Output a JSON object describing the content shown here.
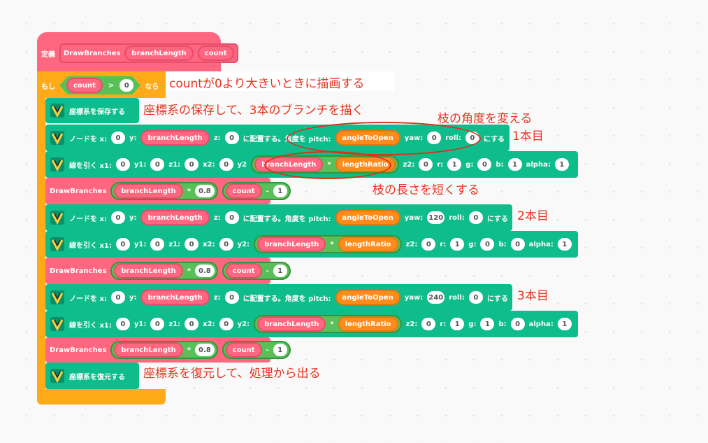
{
  "define_block": {
    "keyword": "定義",
    "name": "DrawBranches",
    "params": [
      "branchLength",
      "count"
    ]
  },
  "if_block": {
    "prefix": "もし",
    "left": "count",
    "operator": ">",
    "right": "0",
    "suffix": "なら"
  },
  "push_block": {
    "label": "座標系を保存する"
  },
  "pop_block": {
    "label": "座標系を復元する"
  },
  "node_blocks": [
    {
      "label_a": "ノードを x:",
      "x": "0",
      "label_y": "y:",
      "y": "branchLength",
      "label_z": "z:",
      "z": "0",
      "label_b": "に配置する。角度を pitch:",
      "pitch": "angleToOpen",
      "label_yaw": "yaw:",
      "yaw": "0",
      "label_roll": "roll:",
      "roll": "0",
      "label_end": "にする"
    },
    {
      "label_a": "ノードを x:",
      "x": "0",
      "label_y": "y:",
      "y": "branchLength",
      "label_z": "z:",
      "z": "0",
      "label_b": "に配置する。角度を pitch:",
      "pitch": "angleToOpen",
      "label_yaw": "yaw:",
      "yaw": "120",
      "label_roll": "roll:",
      "roll": "0",
      "label_end": "にする"
    },
    {
      "label_a": "ノードを x:",
      "x": "0",
      "label_y": "y:",
      "y": "branchLength",
      "label_z": "z:",
      "z": "0",
      "label_b": "に配置する。角度を pitch:",
      "pitch": "angleToOpen",
      "label_yaw": "yaw:",
      "yaw": "240",
      "label_roll": "roll:",
      "roll": "0",
      "label_end": "にする"
    }
  ],
  "line_blocks": [
    {
      "label_a": "線を引く x1:",
      "x1": "0",
      "label_y1": "y1:",
      "y1": "0",
      "label_z1": "z1:",
      "z1": "0",
      "label_x2": "x2:",
      "x2": "0",
      "label_y2": "y2",
      "y2a": "branchLength",
      "mul": "*",
      "y2b": "lengthRatio",
      "label_z2": "z2:",
      "z2": "0",
      "label_r": "r:",
      "r": "1",
      "label_g": "g:",
      "g": "0",
      "label_b": "b:",
      "b": "1",
      "label_alpha": "alpha:",
      "alpha": "1"
    },
    {
      "label_a": "線を引く x1:",
      "x1": "0",
      "label_y1": "y1:",
      "y1": "0",
      "label_z1": "z1:",
      "z1": "0",
      "label_x2": "x2:",
      "x2": "0",
      "label_y2": "y2:",
      "y2a": "branchLength",
      "mul": "*",
      "y2b": "lengthRatio",
      "label_z2": "z2:",
      "z2": "0",
      "label_r": "r:",
      "r": "1",
      "label_g": "g:",
      "g": "0",
      "label_b": "b:",
      "b": "0",
      "label_alpha": "alpha:",
      "alpha": "1"
    },
    {
      "label_a": "線を引く x1:",
      "x1": "0",
      "label_y1": "y1:",
      "y1": "0",
      "label_z1": "z1:",
      "z1": "0",
      "label_x2": "x2:",
      "x2": "0",
      "label_y2": "y2:",
      "y2a": "branchLength",
      "mul": "*",
      "y2b": "lengthRatio",
      "label_z2": "z2:",
      "z2": "0",
      "label_r": "r:",
      "r": "1",
      "label_g": "g:",
      "g": "1",
      "label_b": "b:",
      "b": "0",
      "label_alpha": "alpha:",
      "alpha": "1"
    }
  ],
  "recursive_call": {
    "name": "DrawBranches",
    "arg1_var": "branchLength",
    "arg1_op": "*",
    "arg1_val": "0.8",
    "arg2_var": "count",
    "arg2_op": "-",
    "arg2_val": "1"
  },
  "annotations": {
    "if_note": "countが0より大きいときに描画する",
    "push_note": "座標系の保存して、3本のブランチを描く",
    "angle_note": "枝の角度を変える",
    "branch1": "1本目",
    "length_note": "枝の長さを短くする",
    "branch2": "2本目",
    "branch3": "3本目",
    "pop_note": "座標系を復元して、処理から出る"
  },
  "colors": {
    "define": "#ff6680",
    "control": "#ffab19",
    "extension": "#0fbd8c",
    "operator": "#59c059",
    "argument": "#ff6680",
    "variable": "#ff8c1a",
    "annotation": "#e8321e"
  }
}
